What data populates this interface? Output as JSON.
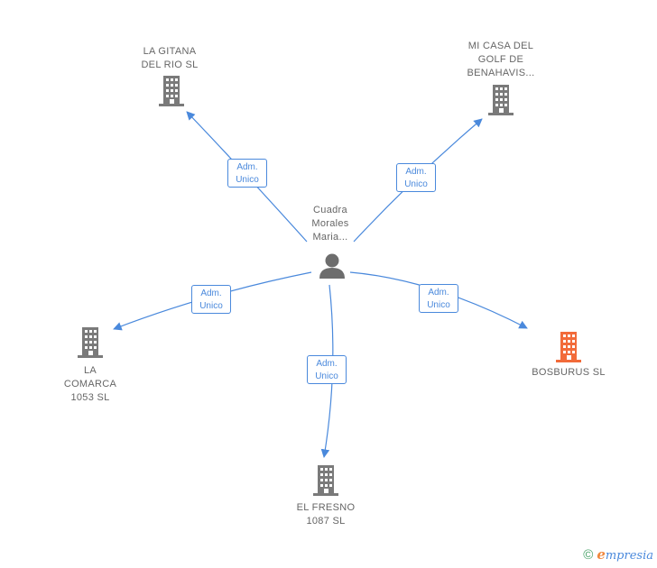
{
  "colors": {
    "edge": "#4a89dc",
    "company": "#7a7a7a",
    "company_highlight": "#f26b3a",
    "person": "#6d6d6d",
    "label": "#666666"
  },
  "center": {
    "name_lines": [
      "Cuadra",
      "Morales",
      "Maria..."
    ],
    "icon": "person-icon"
  },
  "companies": [
    {
      "id": "la-gitana",
      "name_lines": [
        "LA GITANA",
        "DEL RIO SL"
      ],
      "icon": "building-icon",
      "highlight": false,
      "edge_label": [
        "Adm.",
        "Unico"
      ]
    },
    {
      "id": "mi-casa",
      "name_lines": [
        "MI CASA DEL",
        "GOLF DE",
        "BENAHAVIS..."
      ],
      "icon": "building-icon",
      "highlight": false,
      "edge_label": [
        "Adm.",
        "Unico"
      ]
    },
    {
      "id": "la-comarca",
      "name_lines": [
        "LA",
        "COMARCA",
        "1053 SL"
      ],
      "icon": "building-icon",
      "highlight": false,
      "edge_label": [
        "Adm.",
        "Unico"
      ]
    },
    {
      "id": "el-fresno",
      "name_lines": [
        "EL FRESNO",
        "1087 SL"
      ],
      "icon": "building-icon",
      "highlight": false,
      "edge_label": [
        "Adm.",
        "Unico"
      ]
    },
    {
      "id": "bosburus",
      "name_lines": [
        "BOSBURUS SL"
      ],
      "icon": "building-icon",
      "highlight": true,
      "edge_label": [
        "Adm.",
        "Unico"
      ]
    }
  ],
  "footer": {
    "copyright_symbol": "©",
    "brand_initial": "e",
    "brand_rest": "mpresia"
  }
}
